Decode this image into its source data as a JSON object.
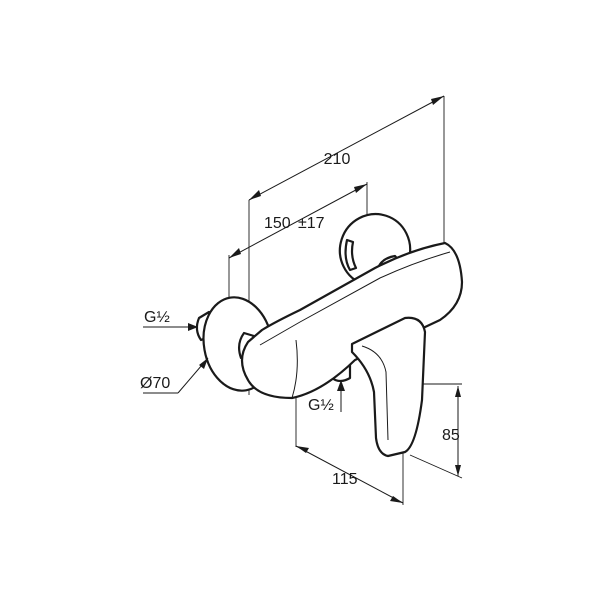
{
  "dimensions": {
    "overall_width": "210",
    "connection_spacing": "150",
    "tolerance": "±17",
    "spout_projection": "115",
    "handle_height": "85",
    "inlet_thread": "G½",
    "outlet_thread": "G½",
    "rosette_diameter": "Ø70"
  },
  "colors": {
    "line": "#1a1a1a",
    "background": "#ffffff"
  }
}
